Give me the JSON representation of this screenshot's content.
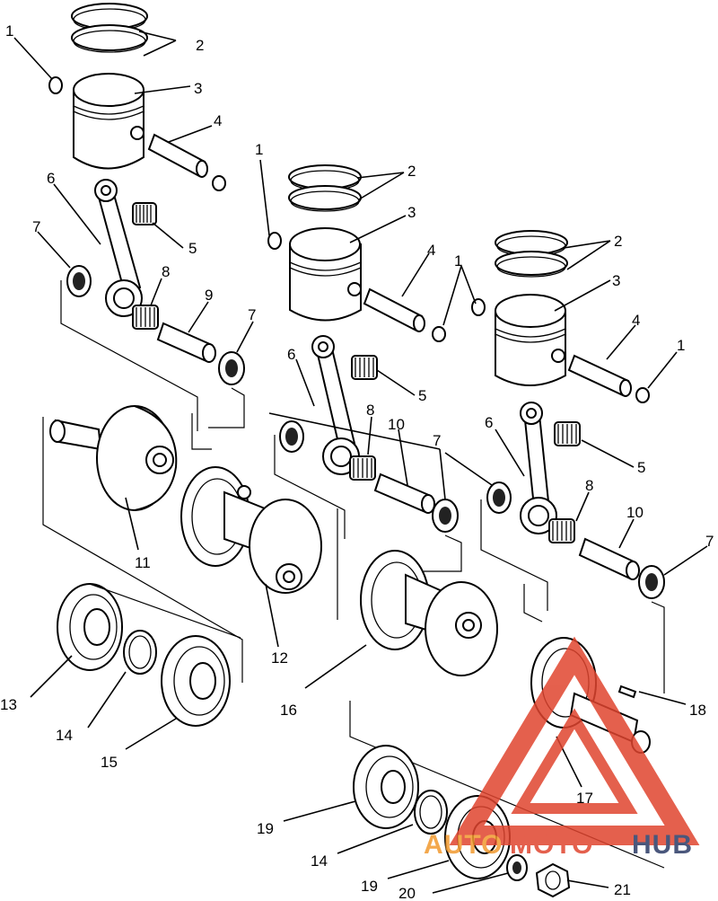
{
  "diagram": {
    "callouts": {
      "top_left": [
        "1",
        "2",
        "3",
        "4"
      ],
      "center_top": [
        "1",
        "2",
        "3",
        "4"
      ],
      "right_top": [
        "2",
        "1",
        "3",
        "4",
        "1"
      ],
      "left_rod": [
        "6",
        "7",
        "5",
        "8",
        "9",
        "7"
      ],
      "center_rod": [
        "6",
        "5",
        "8",
        "10",
        "7"
      ],
      "right_rod": [
        "6",
        "5",
        "8",
        "10",
        "7"
      ],
      "crank": [
        "11",
        "12",
        "16",
        "17",
        "18"
      ],
      "bearings_left": [
        "13",
        "14",
        "15"
      ],
      "bearings_bottom": [
        "19",
        "14",
        "19",
        "20",
        "21"
      ]
    }
  },
  "watermark": {
    "word_orange": "AUTO",
    "word_red": "MOTO",
    "word_dark": "HUB",
    "colors": {
      "orange": "#f29a2e",
      "red": "#e0452f",
      "dark": "#2b3a66"
    }
  }
}
